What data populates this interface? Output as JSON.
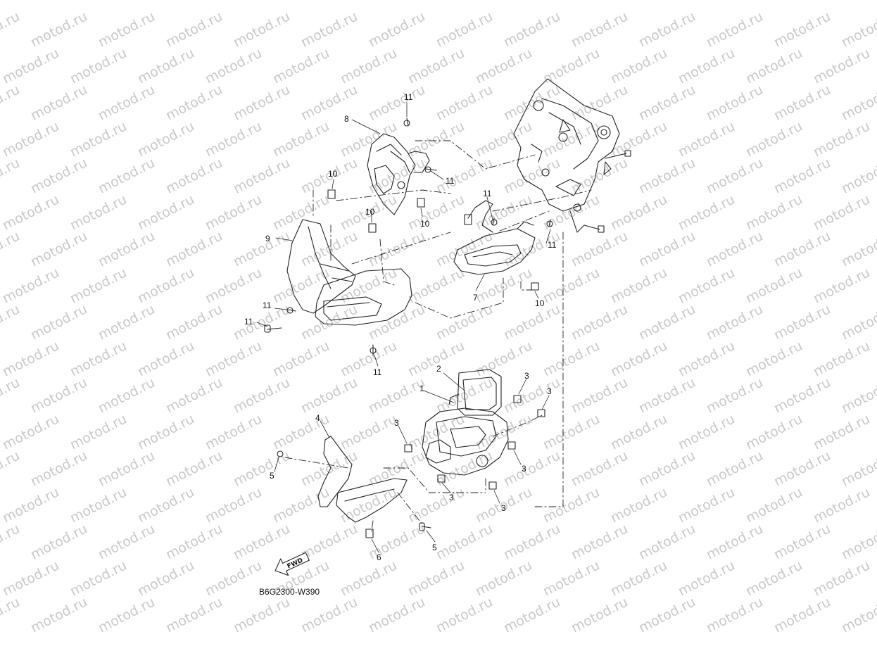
{
  "watermark": {
    "text": "motod.ru",
    "color": "#c9c9c9"
  },
  "diagram": {
    "code": "B6G2300-W390",
    "fwd_arrow_label": "FWD",
    "callouts": [
      {
        "id": "c1",
        "text": "1"
      },
      {
        "id": "c2",
        "text": "2"
      },
      {
        "id": "c3a",
        "text": "3"
      },
      {
        "id": "c3b",
        "text": "3"
      },
      {
        "id": "c3c",
        "text": "3"
      },
      {
        "id": "c3d",
        "text": "3"
      },
      {
        "id": "c3e",
        "text": "3"
      },
      {
        "id": "c3f",
        "text": "3"
      },
      {
        "id": "c4",
        "text": "4"
      },
      {
        "id": "c5a",
        "text": "5"
      },
      {
        "id": "c5b",
        "text": "5"
      },
      {
        "id": "c6",
        "text": "6"
      },
      {
        "id": "c7",
        "text": "7"
      },
      {
        "id": "c8",
        "text": "8"
      },
      {
        "id": "c9",
        "text": "9"
      },
      {
        "id": "c10a",
        "text": "10"
      },
      {
        "id": "c10b",
        "text": "10"
      },
      {
        "id": "c10c",
        "text": "10"
      },
      {
        "id": "c10d",
        "text": "10"
      },
      {
        "id": "c11a",
        "text": "11"
      },
      {
        "id": "c11b",
        "text": "11"
      },
      {
        "id": "c11c",
        "text": "11"
      },
      {
        "id": "c11d",
        "text": "11"
      },
      {
        "id": "c11e",
        "text": "11"
      },
      {
        "id": "c11f",
        "text": "11"
      },
      {
        "id": "c11g",
        "text": "11"
      }
    ]
  }
}
